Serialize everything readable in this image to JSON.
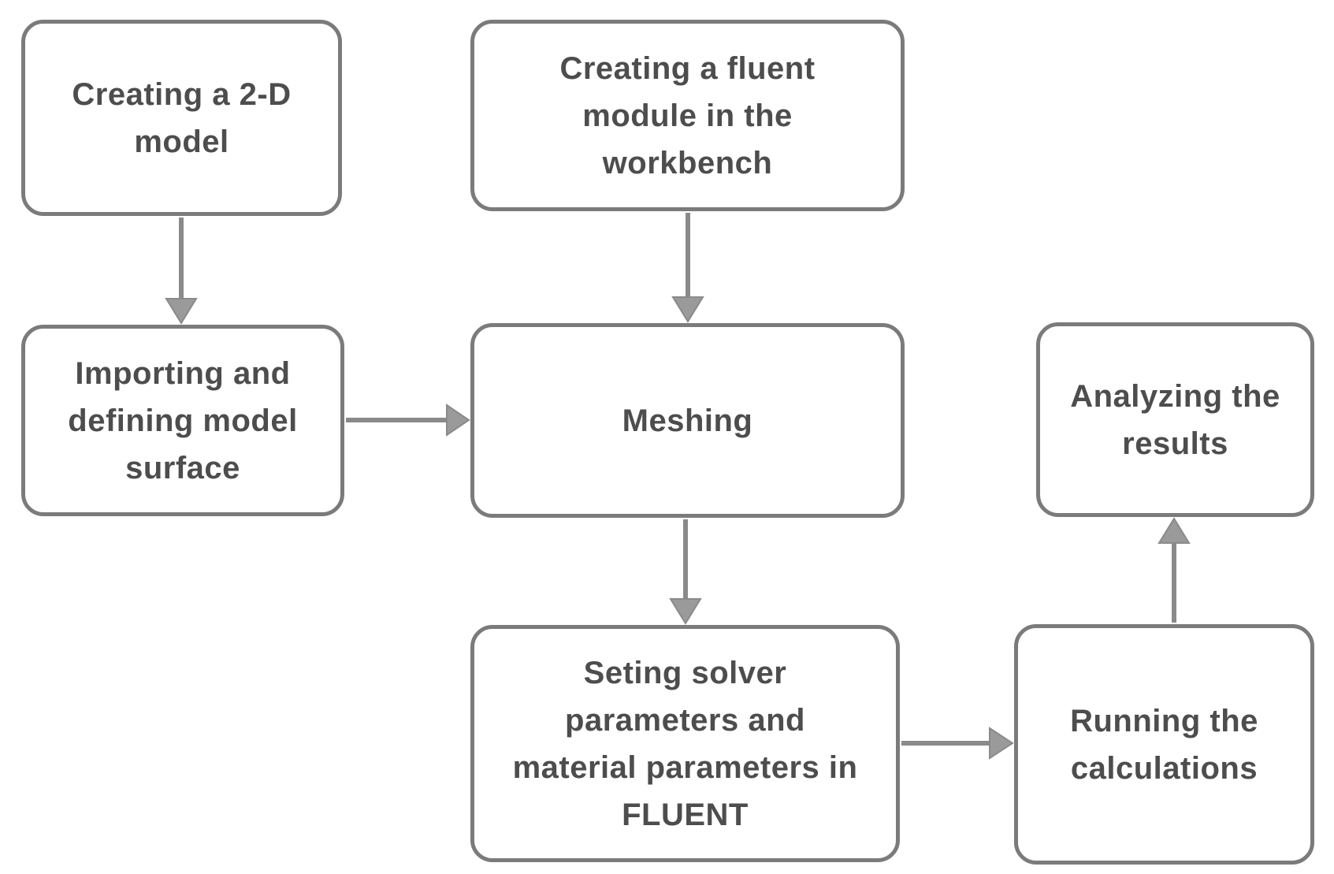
{
  "diagram": {
    "type": "flowchart",
    "colors": {
      "box_border": "#7b7b7b",
      "text": "#4d4d4d",
      "arrow": "#8a8a8a",
      "background": "#ffffff"
    },
    "nodes": [
      {
        "id": "creating-2d-model",
        "label": "Creating a 2-D model",
        "lines": [
          "Creating a 2-D",
          "model"
        ]
      },
      {
        "id": "creating-fluent-module",
        "label": "Creating a fluent module in the workbench",
        "lines": [
          "Creating a fluent",
          "module in the",
          "workbench"
        ]
      },
      {
        "id": "importing-defining-model-surface",
        "label": "Importing and defining model surface",
        "lines": [
          "Importing and",
          "defining model",
          "surface"
        ]
      },
      {
        "id": "meshing",
        "label": "Meshing",
        "lines": [
          "Meshing"
        ]
      },
      {
        "id": "analyzing-results",
        "label": "Analyzing the results",
        "lines": [
          "Analyzing the",
          "results"
        ]
      },
      {
        "id": "setting-solver-parameters",
        "label": "Seting solver parameters and material parameters in FLUENT",
        "lines": [
          "Seting solver",
          "parameters and",
          "material parameters in",
          "FLUENT"
        ]
      },
      {
        "id": "running-calculations",
        "label": "Running the calculations",
        "lines": [
          "Running the",
          "calculations"
        ]
      }
    ],
    "edges": [
      {
        "from": "creating-2d-model",
        "to": "importing-defining-model-surface",
        "direction": "down"
      },
      {
        "from": "creating-fluent-module",
        "to": "meshing",
        "direction": "down"
      },
      {
        "from": "importing-defining-model-surface",
        "to": "meshing",
        "direction": "right"
      },
      {
        "from": "meshing",
        "to": "setting-solver-parameters",
        "direction": "down"
      },
      {
        "from": "setting-solver-parameters",
        "to": "running-calculations",
        "direction": "right"
      },
      {
        "from": "running-calculations",
        "to": "analyzing-results",
        "direction": "up"
      }
    ]
  }
}
